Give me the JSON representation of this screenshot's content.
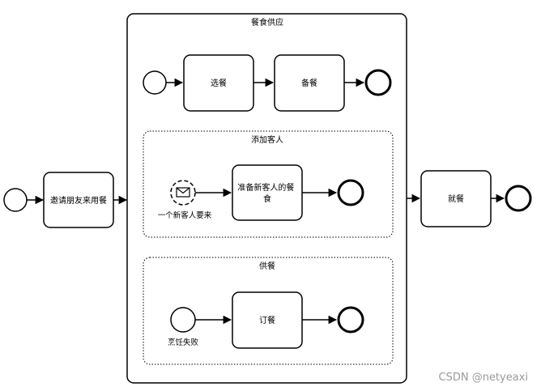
{
  "diagram": {
    "main_flow": {
      "invite_task": "邀请朋友来用餐",
      "dine_task": "就餐"
    },
    "subprocess": {
      "title": "餐食供应",
      "main_lane": {
        "select_task": "选餐",
        "prepare_task": "备餐"
      },
      "add_guest": {
        "title": "添加客人",
        "message_event_label": "一个新客人要来",
        "task": "准备新客人的餐食"
      },
      "serve": {
        "title": "供餐",
        "start_event_label": "烹饪失败",
        "task": "订餐"
      }
    }
  },
  "watermark": "CSDN @netyeaxi"
}
